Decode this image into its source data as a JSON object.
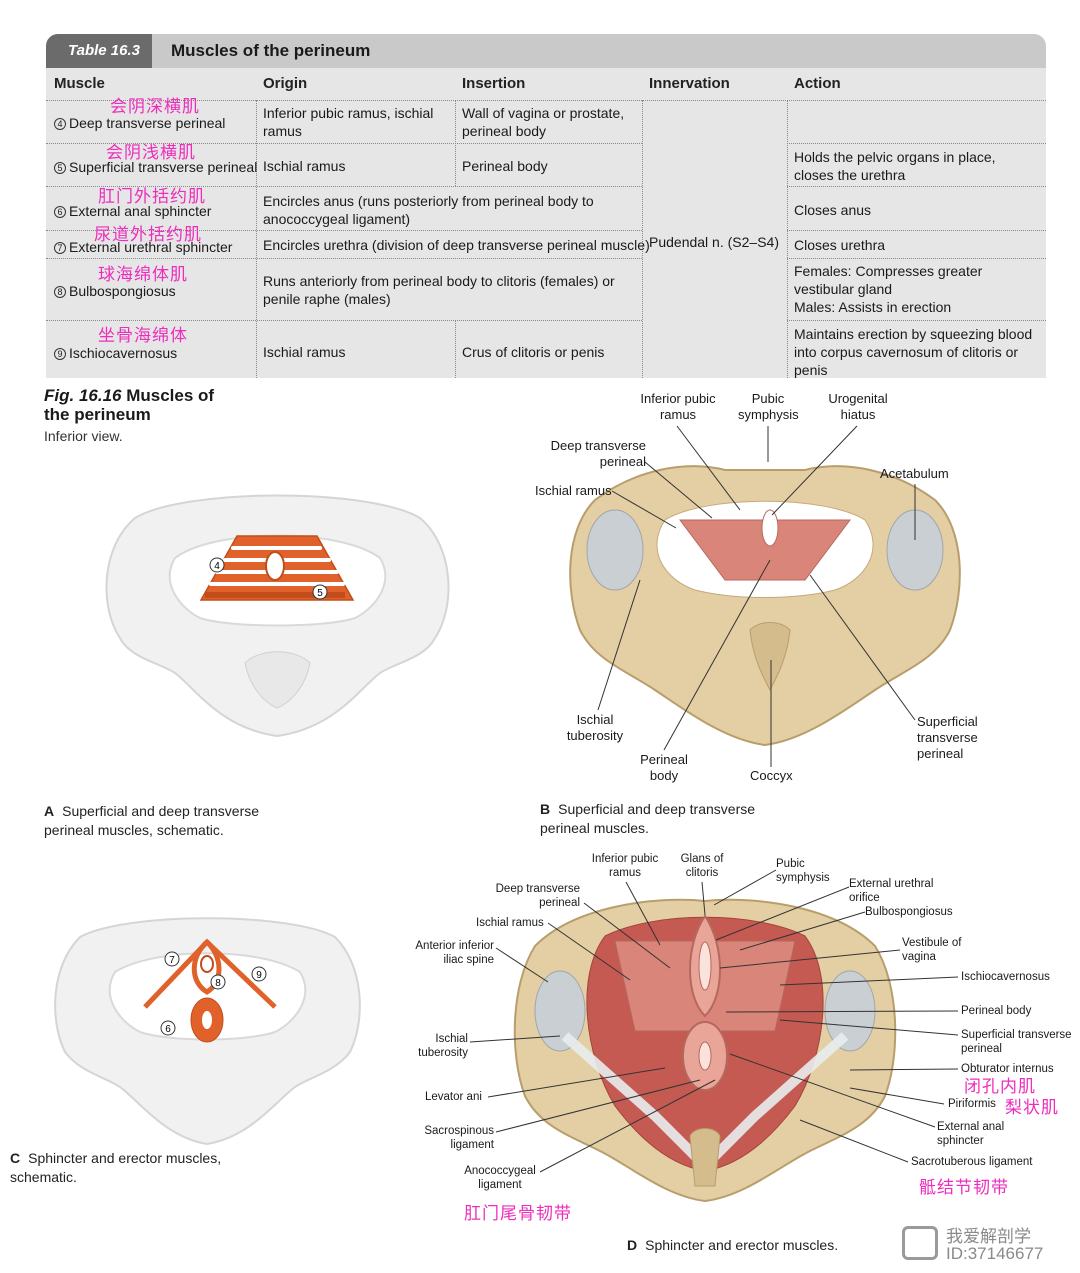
{
  "table": {
    "number": "Table 16.3",
    "title": "Muscles of the perineum",
    "columns": [
      "Muscle",
      "Origin",
      "Insertion",
      "Innervation",
      "Action"
    ],
    "rows": [
      {
        "num": "4",
        "muscle": "Deep transverse perineal",
        "cn": "会阴深横肌",
        "origin": "Inferior pubic ramus, ischial ramus",
        "insertion": "Wall of vagina or prostate, perineal body",
        "action": ""
      },
      {
        "num": "5",
        "muscle": "Superficial transverse perineal",
        "cn": "会阴浅横肌",
        "origin": "Ischial ramus",
        "insertion": "Perineal body",
        "action": "Holds the pelvic organs in place, closes the urethra"
      },
      {
        "num": "6",
        "muscle": "External anal sphincter",
        "cn": "肛门外括约肌",
        "origin": "Encircles anus (runs posteriorly from perineal body to anococcygeal ligament)",
        "insertion": "",
        "action": "Closes anus"
      },
      {
        "num": "7",
        "muscle": "External urethral sphincter",
        "cn": "尿道外括约肌",
        "origin": "Encircles urethra (division of deep transverse perineal muscle)",
        "insertion": "",
        "action": "Closes urethra"
      },
      {
        "num": "8",
        "muscle": "Bulbospongiosus",
        "cn": "球海绵体肌",
        "origin": "Runs anteriorly from perineal body to clitoris (females) or penile raphe (males)",
        "insertion": "",
        "action_lines": [
          "Females: Compresses greater vestibular gland",
          "Males: Assists in erection"
        ]
      },
      {
        "num": "9",
        "muscle": "Ischiocavernosus",
        "cn": "坐骨海绵体",
        "origin": "Ischial ramus",
        "insertion": "Crus of clitoris or penis",
        "action": "Maintains erection by squeezing blood into corpus cavernosum of clitoris or penis"
      }
    ],
    "innervation": "Pudendal n. (S2–S4)"
  },
  "figure": {
    "label": "Fig. 16.16",
    "title": "Muscles of the perineum",
    "subtitle": "Inferior view.",
    "panel_a": {
      "letter": "A",
      "caption": "Superficial and deep transverse perineal muscles, schematic.",
      "markers": [
        "4",
        "5"
      ]
    },
    "panel_b": {
      "letter": "B",
      "caption": "Superficial and deep transverse perineal muscles.",
      "labels": {
        "inferior_pubic_ramus": "Inferior pubic ramus",
        "pubic_symphysis": "Pubic symphysis",
        "urogenital_hiatus": "Urogenital hiatus",
        "deep_transverse_perineal": "Deep transverse perineal",
        "acetabulum": "Acetabulum",
        "ischial_ramus": "Ischial ramus",
        "ischial_tuberosity": "Ischial tuberosity",
        "perineal_body": "Perineal body",
        "coccyx": "Coccyx",
        "superficial_transverse_perineal": "Superficial transverse perineal"
      }
    },
    "panel_c": {
      "letter": "C",
      "caption": "Sphincter and erector muscles, schematic.",
      "markers": [
        "7",
        "8",
        "9",
        "6"
      ]
    },
    "panel_d": {
      "letter": "D",
      "caption": "Sphincter and erector muscles.",
      "labels": {
        "inferior_pubic_ramus": "Inferior pubic ramus",
        "glans_of_clitoris": "Glans of clitoris",
        "pubic_symphysis": "Pubic symphysis",
        "deep_transverse_perineal": "Deep transverse perineal",
        "external_urethral_orifice": "External urethral orifice",
        "bulbospongiosus": "Bulbospongiosus",
        "ischial_ramus": "Ischial ramus",
        "anterior_inferior_iliac_spine": "Anterior inferior iliac spine",
        "vestibule_of_vagina": "Vestibule of vagina",
        "ischiocavernosus": "Ischiocavernosus",
        "perineal_body": "Perineal body",
        "superficial_transverse_perineal": "Superficial transverse perineal",
        "ischial_tuberosity": "Ischial tuberosity",
        "obturator_internus": "Obturator internus",
        "obturator_internus_cn": "闭孔内肌",
        "piriformis": "Piriformis",
        "piriformis_cn": "梨状肌",
        "levator_ani": "Levator ani",
        "external_anal_sphincter": "External anal sphincter",
        "sacrospinous_ligament": "Sacrospinous ligament",
        "sacrotuberous_ligament": "Sacrotuberous ligament",
        "sacrotuberous_ligament_cn": "骶结节韧带",
        "anococcygeal_ligament": "Anococcygeal ligament",
        "anococcygeal_ligament_cn": "肛门尾骨韧带"
      }
    }
  },
  "watermark": {
    "line1": "我爱解剖学",
    "line2": "ID:37146677"
  },
  "colors": {
    "header_gray": "#c9c9c9",
    "table_bg": "#e6e6e6",
    "tag_dark": "#6b6b6b",
    "annotation_pink": "#ee2dbd",
    "muscle_orange": "#e0622a",
    "muscle_red": "#d9857a",
    "bone": "#e3cfa3"
  }
}
